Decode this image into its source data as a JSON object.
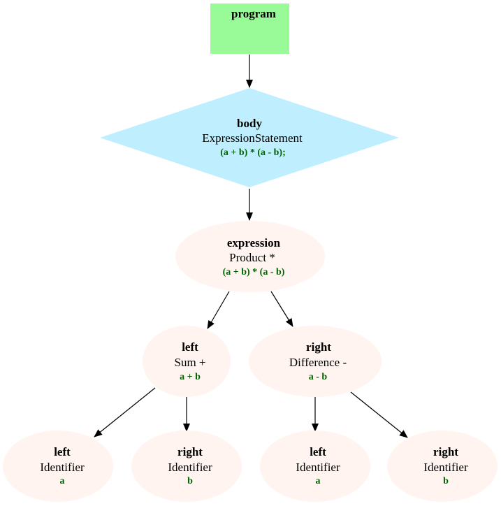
{
  "colors": {
    "program_fill": "#98FB98",
    "statement_fill": "#BFEFFF",
    "expression_fill": "#FFF4F0",
    "code_text": "#006400",
    "edge": "#000000"
  },
  "nodes": {
    "program": {
      "role": "program"
    },
    "body": {
      "role": "body",
      "type": "ExpressionStatement",
      "code": "(a + b) * (a - b);"
    },
    "expression": {
      "role": "expression",
      "type": "Product *",
      "code": "(a + b) * (a - b)"
    },
    "sum": {
      "role": "left",
      "type": "Sum +",
      "code": "a + b"
    },
    "difference": {
      "role": "right",
      "type": "Difference -",
      "code": "a - b"
    },
    "sum_left": {
      "role": "left",
      "type": "Identifier",
      "code": "a"
    },
    "sum_right": {
      "role": "right",
      "type": "Identifier",
      "code": "b"
    },
    "diff_left": {
      "role": "left",
      "type": "Identifier",
      "code": "a"
    },
    "diff_right": {
      "role": "right",
      "type": "Identifier",
      "code": "b"
    }
  }
}
